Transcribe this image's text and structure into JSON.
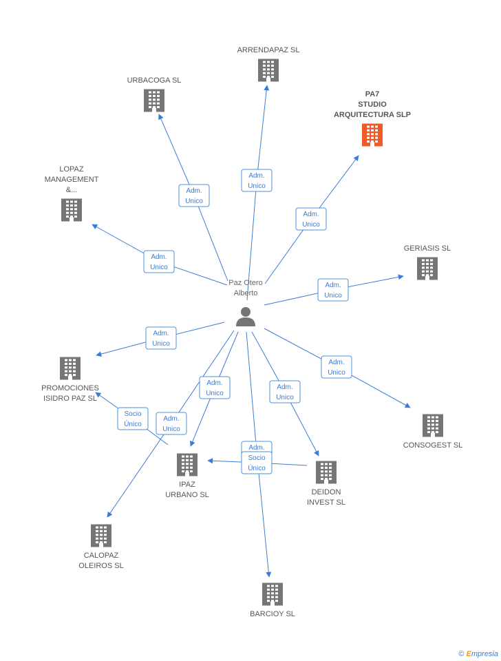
{
  "colors": {
    "edge": "#3a7bd5",
    "building": "#757575",
    "building_focus": "#f05a28",
    "person": "#757575"
  },
  "person": {
    "name_lines": [
      "Paz Otero",
      "Alberto"
    ],
    "icon": "person-icon"
  },
  "companies": [
    {
      "id": "arrendapaz",
      "lines": [
        "ARRENDAPAZ SL"
      ],
      "focus": false
    },
    {
      "id": "urbacoga",
      "lines": [
        "URBACOGA SL"
      ],
      "focus": false
    },
    {
      "id": "pa7",
      "lines": [
        "PA7",
        "STUDIO",
        "ARQUITECTURA SLP"
      ],
      "focus": true
    },
    {
      "id": "lopaz",
      "lines": [
        "LOPAZ",
        "MANAGEMENT",
        "&..."
      ],
      "focus": false
    },
    {
      "id": "geriasis",
      "lines": [
        "GERIASIS SL"
      ],
      "focus": false
    },
    {
      "id": "promociones",
      "lines": [
        "PROMOCIONES",
        "ISIDRO PAZ SL"
      ],
      "focus": false
    },
    {
      "id": "consogest",
      "lines": [
        "CONSOGEST SL"
      ],
      "focus": false
    },
    {
      "id": "ipaz",
      "lines": [
        "IPAZ",
        "URBANO SL"
      ],
      "focus": false
    },
    {
      "id": "deidon",
      "lines": [
        "DEIDON",
        "INVEST SL"
      ],
      "focus": false
    },
    {
      "id": "calopaz",
      "lines": [
        "CALOPAZ",
        "OLEIROS SL"
      ],
      "focus": false
    },
    {
      "id": "barcioy",
      "lines": [
        "BARCIOY SL"
      ],
      "focus": false
    }
  ],
  "edges": [
    {
      "from": "person",
      "to": "arrendapaz",
      "label": [
        "Adm.",
        "Unico"
      ]
    },
    {
      "from": "person",
      "to": "urbacoga",
      "label": [
        "Adm.",
        "Unico"
      ]
    },
    {
      "from": "person",
      "to": "pa7",
      "label": [
        "Adm.",
        "Unico"
      ]
    },
    {
      "from": "person",
      "to": "lopaz",
      "label": [
        "Adm.",
        "Unico"
      ]
    },
    {
      "from": "person",
      "to": "geriasis",
      "label": [
        "Adm.",
        "Unico"
      ]
    },
    {
      "from": "person",
      "to": "promociones",
      "label": [
        "Adm.",
        "Unico"
      ]
    },
    {
      "from": "person",
      "to": "consogest",
      "label": [
        "Adm.",
        "Unico"
      ]
    },
    {
      "from": "person",
      "to": "ipaz",
      "label": [
        "Adm.",
        "Unico"
      ]
    },
    {
      "from": "person",
      "to": "deidon",
      "label": [
        "Adm.",
        "Unico"
      ]
    },
    {
      "from": "person",
      "to": "calopaz",
      "label": [
        "Adm.",
        "Unico"
      ]
    },
    {
      "from": "person",
      "to": "barcioy",
      "label": [
        "Adm.",
        "Unico"
      ]
    },
    {
      "from": "ipaz",
      "to": "promociones",
      "label": [
        "Socio",
        "Único"
      ]
    },
    {
      "from": "deidon",
      "to": "ipaz",
      "label": [
        "Socio",
        "Único"
      ]
    }
  ],
  "footer": {
    "copyright": "©",
    "brand_initial": "E",
    "brand_rest": "mpresia"
  }
}
